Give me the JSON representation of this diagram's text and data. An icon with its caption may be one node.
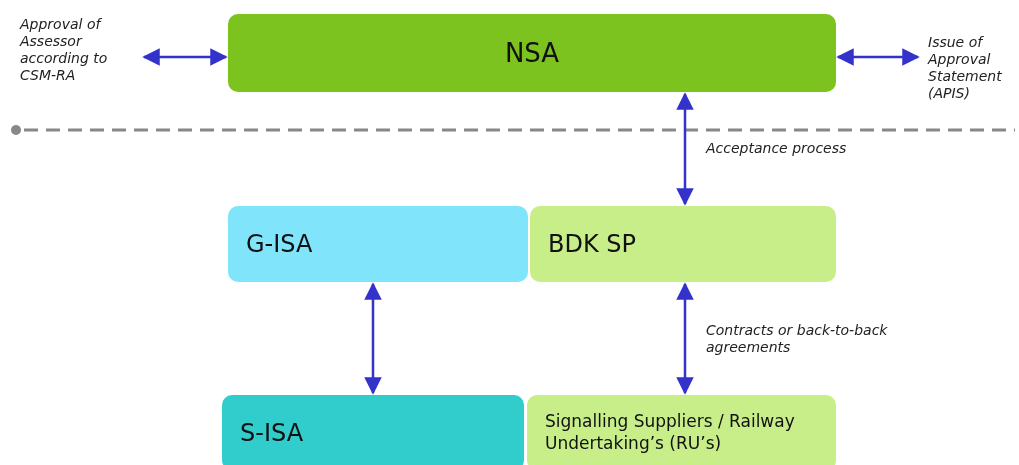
{
  "diagram": {
    "nodes": [
      {
        "text": [
          "Approval of Assessor according to CSM-RA"
        ]
      },
      {
        "text": [
          "NSA"
        ]
      },
      {
        "text": [
          "Issue of Approval Statement (APIS)"
        ]
      },
      {
        "text": [
          "G-ISA"
        ]
      },
      {
        "text": [
          "BDK SP"
        ]
      },
      {
        "text": [
          "S-ISA"
        ]
      },
      {
        "text": [
          "Signalling Suppliers / Railway Undertaking’s (RU’s)"
        ]
      }
    ],
    "edges": [
      {
        "from": 1,
        "to": 0,
        "arrow": "both"
      },
      {
        "from": 1,
        "to": 2,
        "arrow": "both"
      },
      {
        "from": 1,
        "to": 4,
        "arrow": "both",
        "label": "Acceptance process"
      },
      {
        "from": 3,
        "to": 5,
        "arrow": "both"
      },
      {
        "from": 4,
        "to": 6,
        "arrow": "both",
        "label": "Contracts or back-to-back agreements"
      }
    ]
  }
}
